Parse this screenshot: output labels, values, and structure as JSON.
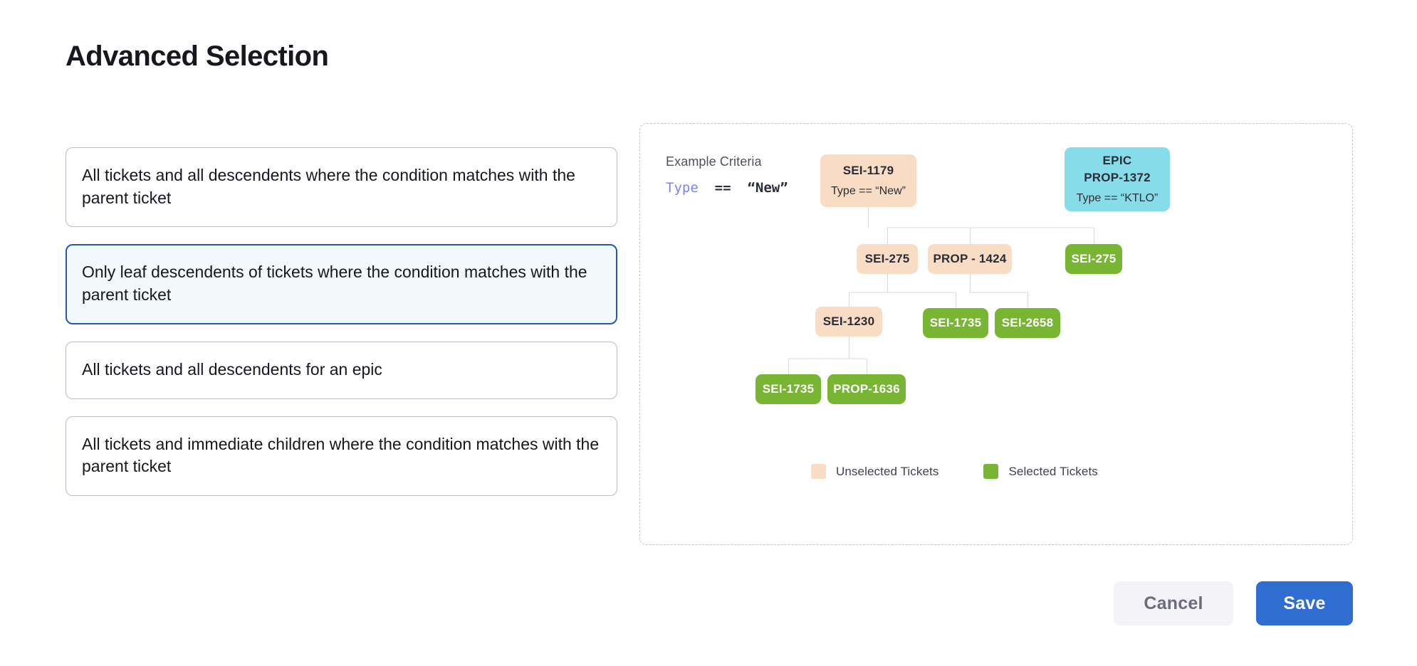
{
  "page": {
    "title": "Advanced Selection"
  },
  "options": [
    {
      "label": "All tickets and all descendents where the condition matches with the parent ticket",
      "selected": false
    },
    {
      "label": "Only leaf descendents of tickets where the condition matches with the parent ticket",
      "selected": true
    },
    {
      "label": "All tickets and all descendents for an epic",
      "selected": false
    },
    {
      "label": "All tickets and immediate children where the condition matches with the parent ticket",
      "selected": false
    }
  ],
  "diagram": {
    "criteria_label": "Example Criteria",
    "criteria": {
      "field": "Type",
      "operator": "==",
      "value": "“New”"
    },
    "nodes": {
      "root": {
        "id": "SEI-1179",
        "type": "Type == “New”",
        "state": "unselected"
      },
      "epic": {
        "kind": "EPIC",
        "id": "PROP-1372",
        "type": "Type == “KTLO”",
        "state": "epic"
      },
      "sei275a": {
        "id": "SEI-275",
        "state": "unselected"
      },
      "prop1424": {
        "id": "PROP - 1424",
        "state": "unselected"
      },
      "sei275b": {
        "id": "SEI-275",
        "state": "selected"
      },
      "sei1230": {
        "id": "SEI-1230",
        "state": "unselected"
      },
      "sei1735a": {
        "id": "SEI-1735",
        "state": "selected"
      },
      "sei2658": {
        "id": "SEI-2658",
        "state": "selected"
      },
      "sei1735b": {
        "id": "SEI-1735",
        "state": "selected"
      },
      "prop1636": {
        "id": "PROP-1636",
        "state": "selected"
      }
    },
    "legend": [
      {
        "label": "Unselected Tickets",
        "color": "#f8dcc4"
      },
      {
        "label": "Selected Tickets",
        "color": "#78b533"
      }
    ]
  },
  "footer": {
    "cancel_label": "Cancel",
    "save_label": "Save"
  },
  "colors": {
    "unselected": "#f8dcc4",
    "selected": "#78b533",
    "epic": "#86dce8",
    "accent": "#2f6ed0",
    "selected_card_border": "#2b58a4",
    "selected_card_bg": "#f2f9fb",
    "criteria_field": "#7b84e8"
  }
}
